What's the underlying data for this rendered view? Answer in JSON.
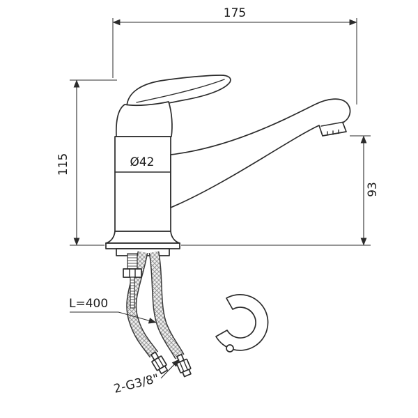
{
  "drawing": {
    "subject": "Single-lever sink mixer tap technical drawing",
    "line_color": "#2b2b2b",
    "dimensions": {
      "top_width": "175",
      "left_height": "115",
      "body_diameter": "Ø42",
      "spout_height": "93",
      "hose_length": "L=400",
      "hose_thread": "2-G3/8\""
    }
  }
}
